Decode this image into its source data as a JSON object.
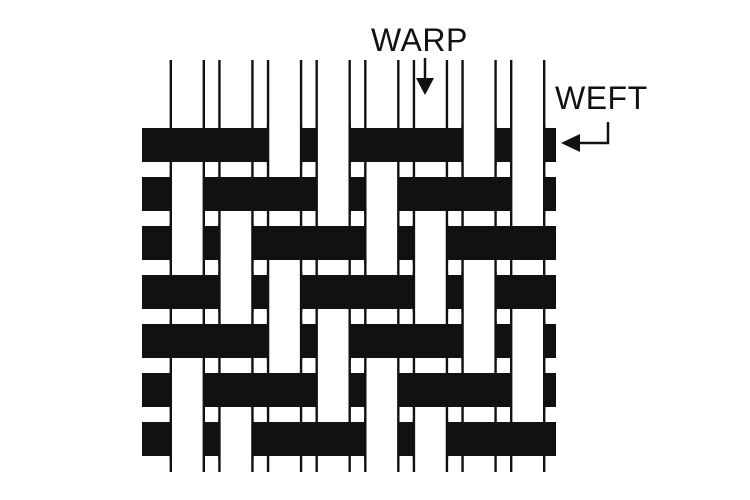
{
  "labels": {
    "warp": "WARP",
    "weft": "WEFT"
  },
  "colors": {
    "ink": "#111111",
    "background": "#ffffff"
  },
  "weave": {
    "type": "2/2 twill",
    "warp_threads": 8,
    "weft_threads": 7,
    "interlacing": [
      [
        1,
        1,
        0,
        0,
        1,
        1,
        0,
        0
      ],
      [
        0,
        1,
        1,
        0,
        0,
        1,
        1,
        0
      ],
      [
        0,
        0,
        1,
        1,
        0,
        0,
        1,
        1
      ],
      [
        1,
        0,
        0,
        1,
        1,
        0,
        0,
        1
      ],
      [
        1,
        1,
        0,
        0,
        1,
        1,
        0,
        0
      ],
      [
        0,
        1,
        1,
        0,
        0,
        1,
        1,
        0
      ],
      [
        0,
        0,
        1,
        1,
        0,
        0,
        1,
        1
      ]
    ]
  }
}
